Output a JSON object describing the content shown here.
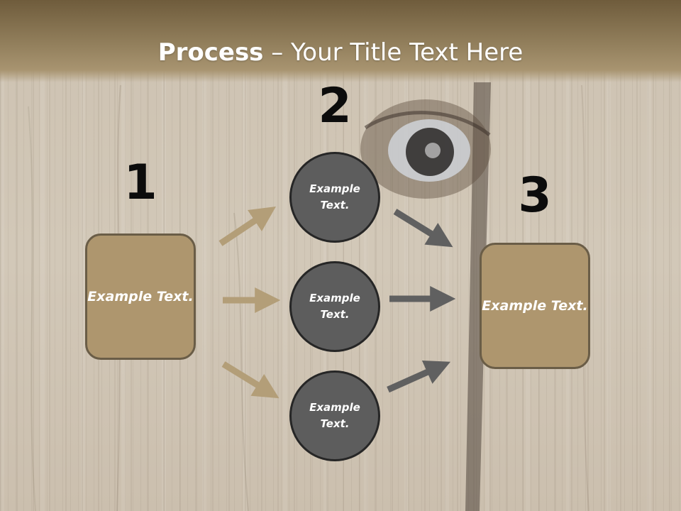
{
  "title": {
    "bold": "Process",
    "rest": " – Your Title Text Here"
  },
  "steps": {
    "one": "1",
    "two": "2",
    "three": "3"
  },
  "left_box": "Example Text.",
  "circles": [
    "Example Text.",
    "Example Text.",
    "Example Text."
  ],
  "right_box": "Example Text.",
  "colors": {
    "box_fill": "#ae966e",
    "box_border": "#6a5d47",
    "circle_fill": "#5d5d5d",
    "circle_border": "#262626",
    "tan_arrow": "#b39e78",
    "gray_arrow": "#606060"
  }
}
